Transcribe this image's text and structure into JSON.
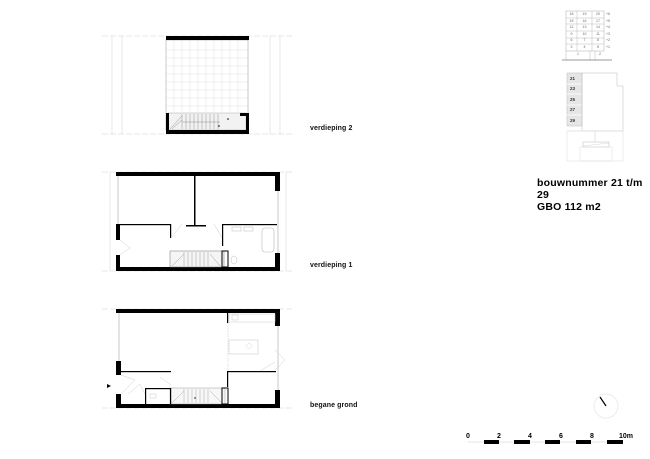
{
  "project": {
    "title_line1": "bouwnummer 21 t/m 29",
    "title_line2": "GBO 112 m2"
  },
  "floors": [
    {
      "id": "verdieping-2",
      "label": "verdieping 2"
    },
    {
      "id": "verdieping-1",
      "label": "verdieping 1"
    },
    {
      "id": "begane-grond",
      "label": "begane grond"
    }
  ],
  "stack_table": {
    "rows": [
      {
        "cells": [
          "18",
          "19",
          "20"
        ],
        "level": "+6"
      },
      {
        "cells": [
          "15",
          "16",
          "17"
        ],
        "level": "+5"
      },
      {
        "cells": [
          "12",
          "13",
          "14"
        ],
        "level": "+4"
      },
      {
        "cells": [
          "9",
          "10",
          "11"
        ],
        "level": "+3"
      },
      {
        "cells": [
          "6",
          "7",
          "8"
        ],
        "level": "+2"
      },
      {
        "cells": [
          "3",
          "4",
          "5"
        ],
        "level": "+1"
      }
    ],
    "ground": [
      "1",
      "2"
    ]
  },
  "key_plan": {
    "units": [
      "21",
      "23",
      "25",
      "27",
      "29"
    ],
    "highlight_color": "#e4e4e4"
  },
  "scale_bar": {
    "labels": [
      "0",
      "2",
      "4",
      "6",
      "8",
      "10m"
    ]
  },
  "colors": {
    "wall": "#000000",
    "thin_line": "#bbbbbb",
    "grid": "#e2e2e2",
    "fill_light": "#f0f0f0"
  }
}
